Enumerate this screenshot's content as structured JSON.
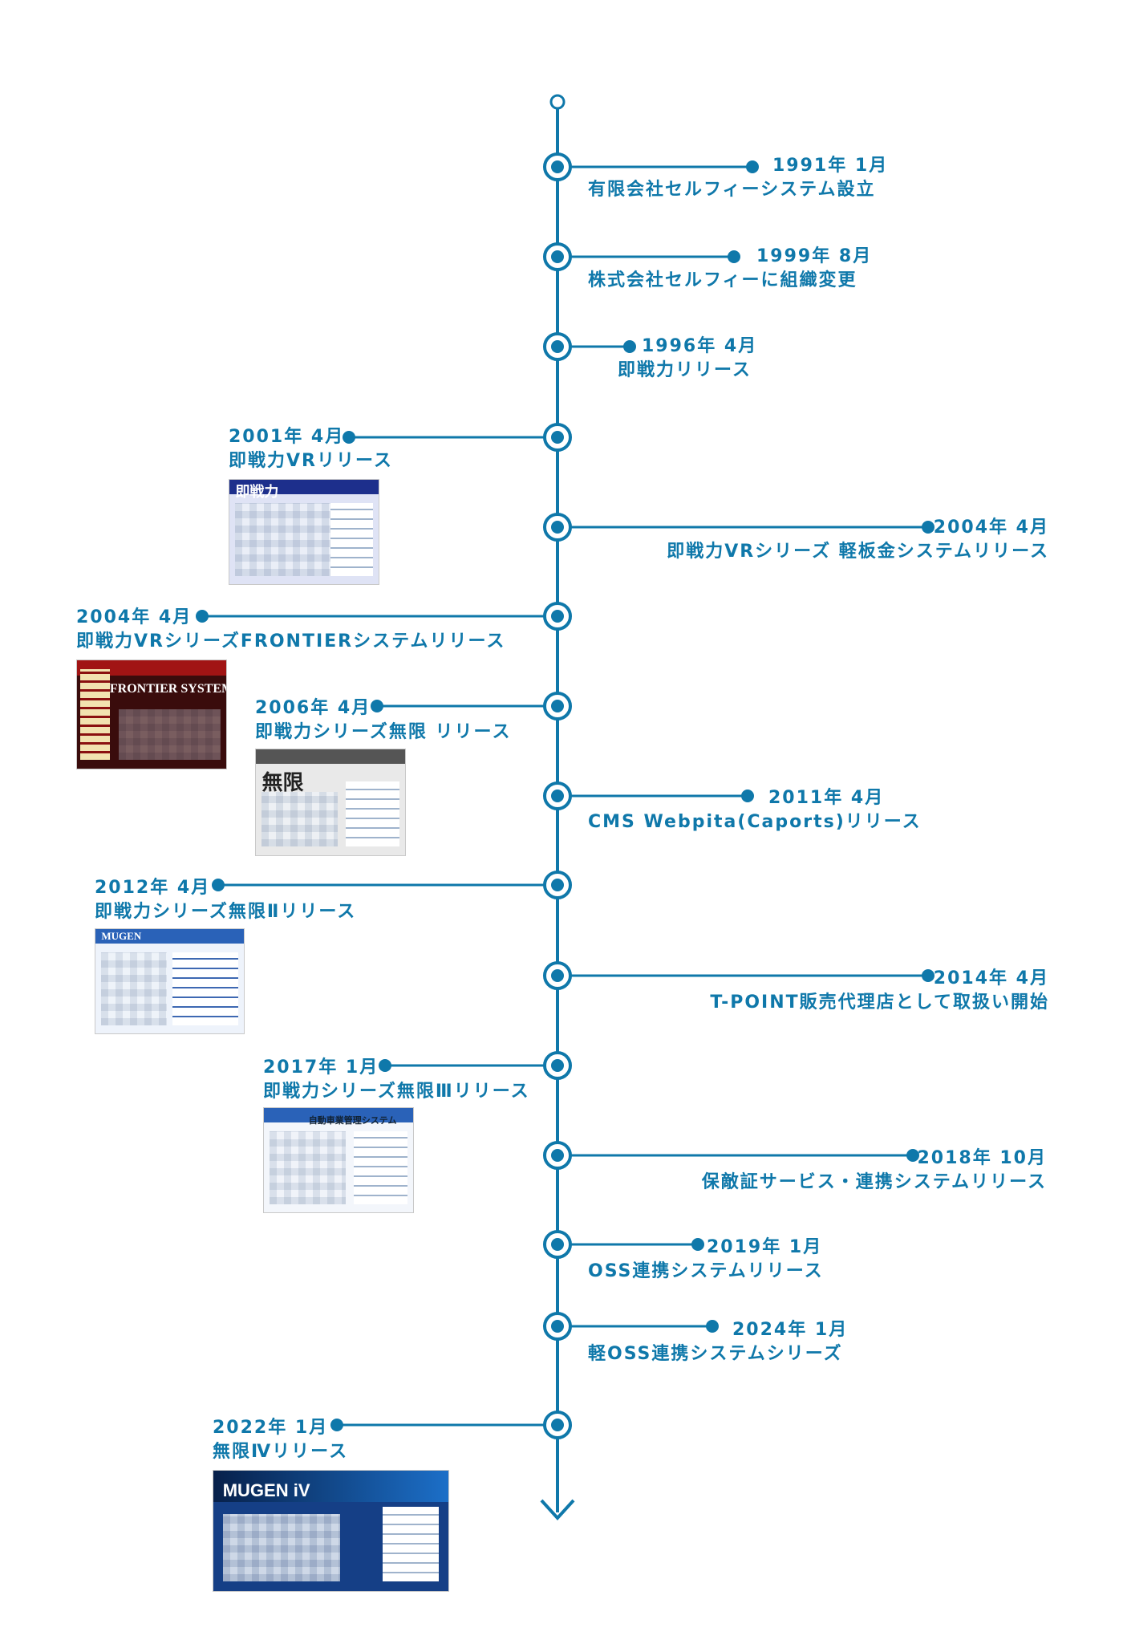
{
  "colors": {
    "accent": "#0f78aa",
    "background": "#ffffff"
  },
  "events": [
    {
      "date": "1991年 1月",
      "text": "有限会社セルフィーシステム設立"
    },
    {
      "date": "1999年 8月",
      "text": "株式会社セルフィーに組織変更"
    },
    {
      "date": "1996年 4月",
      "text": "即戦力リリース"
    },
    {
      "date": "2001年 4月",
      "text": "即戦力VRリリース"
    },
    {
      "date": "2004年 4月",
      "text": "即戦力VRシリーズ 軽板金システムリリース"
    },
    {
      "date": "2004年 4月",
      "text": "即戦力VRシリーズFRONTIERシステムリリース"
    },
    {
      "date": "2006年 4月",
      "text": "即戦力シリーズ無限 リリース"
    },
    {
      "date": "2011年 4月",
      "text": "CMS Webpita(Caports)リリース"
    },
    {
      "date": "2012年 4月",
      "text": "即戦力シリーズ無限Ⅱリリース"
    },
    {
      "date": "2014年 4月",
      "text": "T-POINT販売代理店として取扱い開始"
    },
    {
      "date": "2017年 1月",
      "text": "即戦力シリーズ無限Ⅲリリース"
    },
    {
      "date": "2018年 10月",
      "text": "保敵証サービス・連携システムリリース"
    },
    {
      "date": "2019年 1月",
      "text": "OSS連携システムリリース"
    },
    {
      "date": "2024年 1月",
      "text": "軽OSS連携システムシリーズ"
    },
    {
      "date": "2022年 1月",
      "text": "無限Ⅳリリース"
    }
  ],
  "screenshots": [
    {
      "brand": "即戦力",
      "color": "#1d2f8c",
      "bg": "#dfe3f5"
    },
    {
      "brand": "FRONTIER SYSTEM",
      "color": "#a11414",
      "bg": "#3a0c0c"
    },
    {
      "brand": "無限",
      "color": "#555555",
      "bg": "#e9e9e9"
    },
    {
      "brand": "MUGEN",
      "color": "#2a62b8",
      "bg": "#eef3fb"
    },
    {
      "brand": "自動車業管理システム",
      "color": "#2a62b8",
      "bg": "#f3f6fb"
    },
    {
      "brand": "MUGEN iV",
      "color": "#0b3a7a",
      "bg": "#153f86"
    }
  ]
}
